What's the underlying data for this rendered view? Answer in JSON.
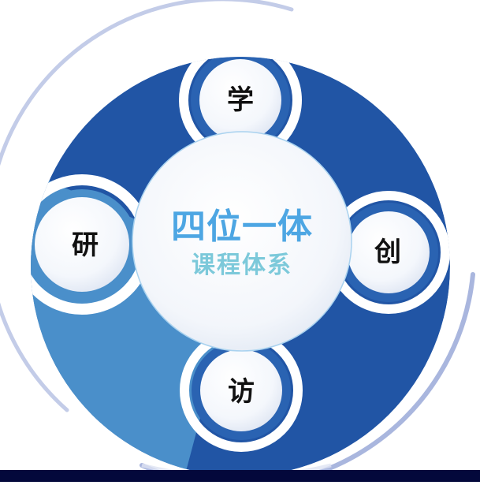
{
  "diagram": {
    "title": "四位一体",
    "subtitle": "课程体系",
    "nodes": [
      {
        "id": "top",
        "label": "学"
      },
      {
        "id": "right",
        "label": "创"
      },
      {
        "id": "bottom",
        "label": "访"
      },
      {
        "id": "left",
        "label": "研"
      }
    ]
  },
  "colors": {
    "dark_blue": "#2155a5",
    "light_blue": "#4a8fca",
    "outer_arc": "#a9b6de",
    "title_blue": "#4da6e3",
    "subtitle_teal": "#7cc9da",
    "bottom_bar": "#03083b"
  }
}
